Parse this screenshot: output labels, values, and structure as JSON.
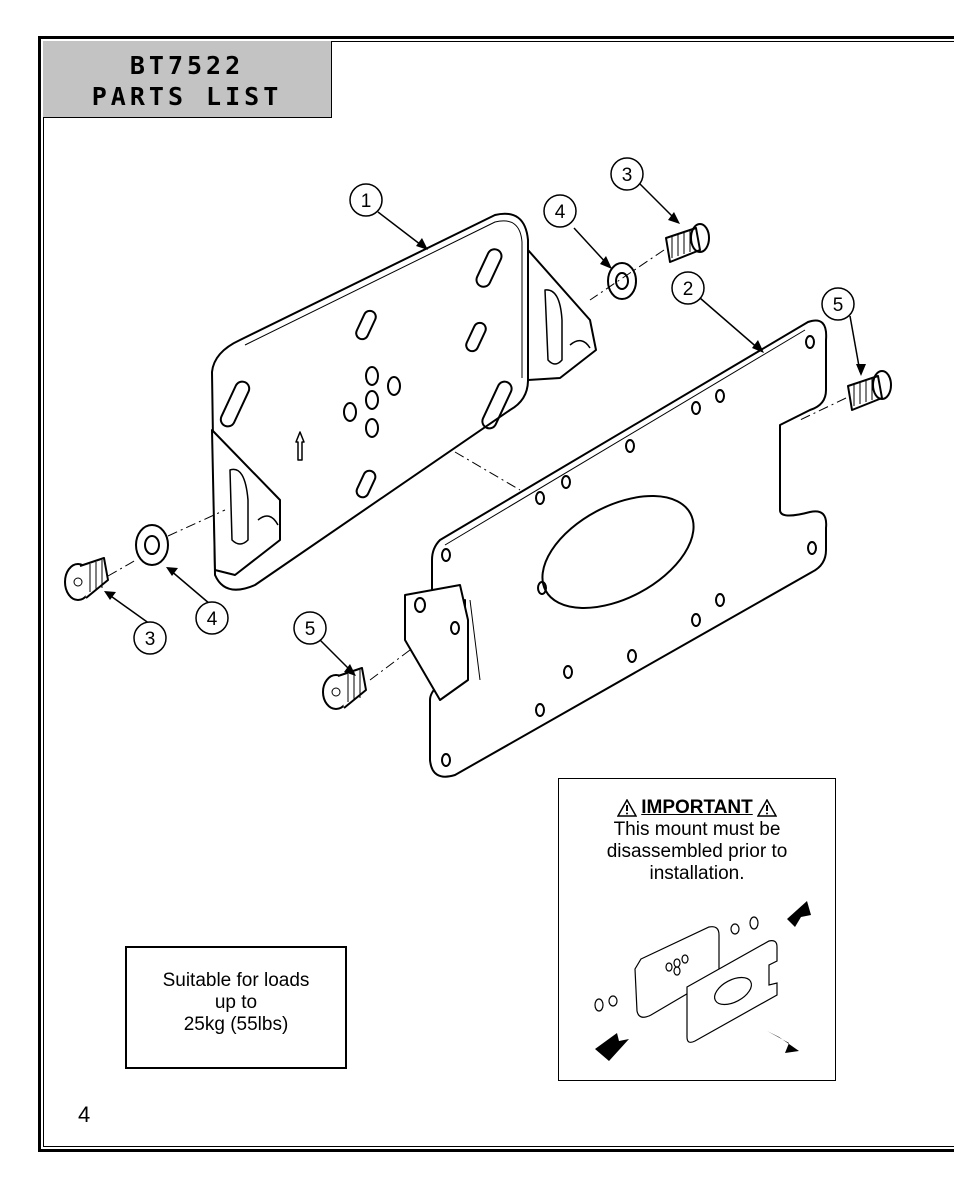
{
  "header": {
    "model": "BT7522",
    "title": "PARTS LIST"
  },
  "callouts": [
    {
      "id": "callout-1",
      "label": "1"
    },
    {
      "id": "callout-2",
      "label": "2"
    },
    {
      "id": "callout-3-top",
      "label": "3"
    },
    {
      "id": "callout-4-top",
      "label": "4"
    },
    {
      "id": "callout-5-right",
      "label": "5"
    },
    {
      "id": "callout-3-left",
      "label": "3"
    },
    {
      "id": "callout-4-left",
      "label": "4"
    },
    {
      "id": "callout-5-left",
      "label": "5"
    }
  ],
  "load_note": {
    "lines": [
      "Suitable for loads",
      "up to",
      "25kg (55lbs)"
    ]
  },
  "important": {
    "heading": "IMPORTANT",
    "lines": [
      "This mount must be",
      "disassembled prior to",
      "installation."
    ]
  },
  "page_number": "4"
}
